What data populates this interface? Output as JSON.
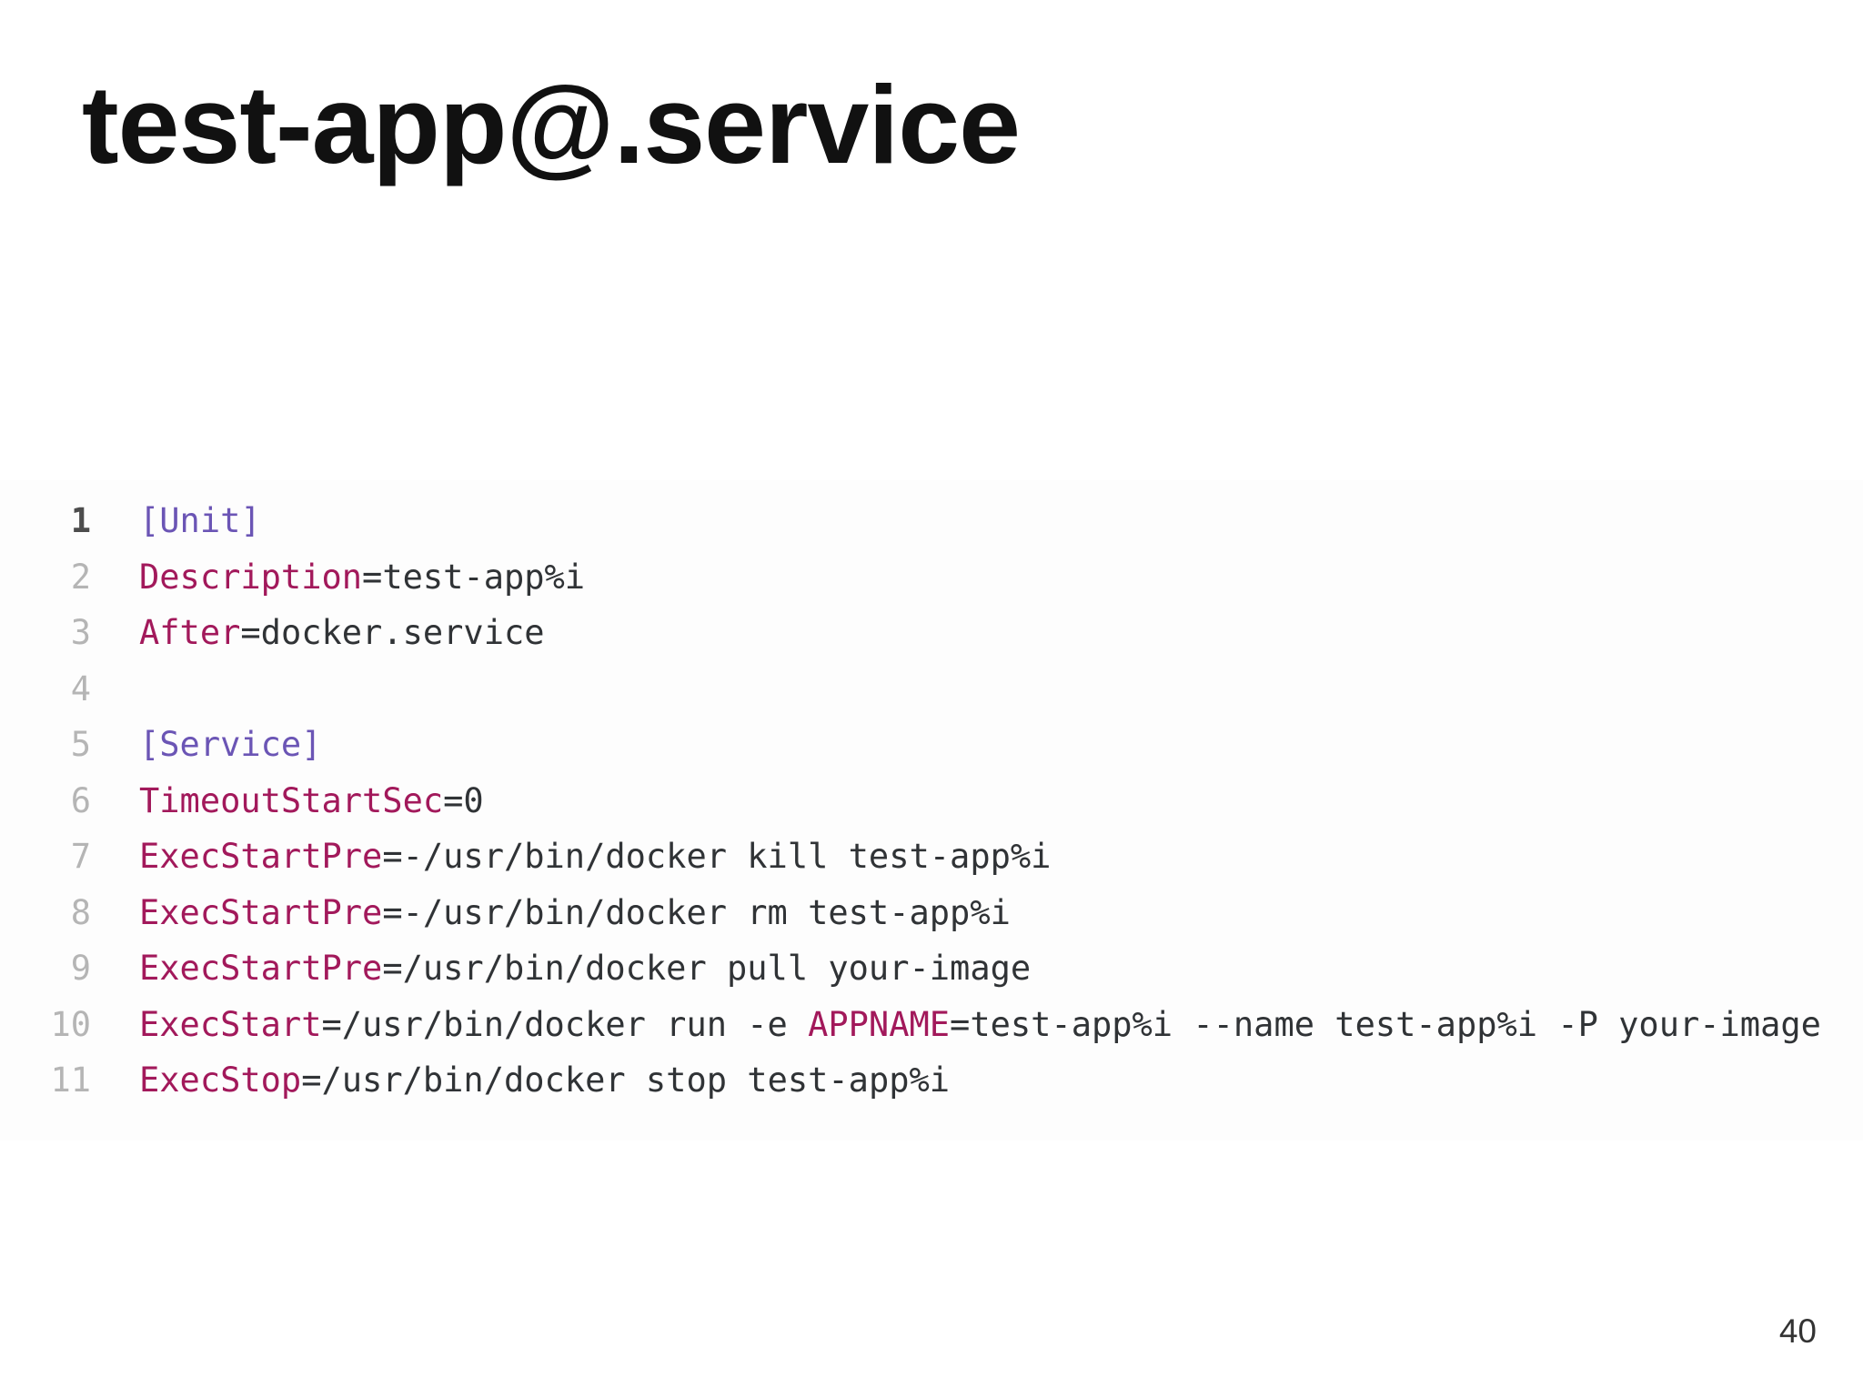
{
  "slide": {
    "title": "test-app@.service",
    "page_number": "40"
  },
  "code": {
    "lines": [
      {
        "number": "1",
        "active": true,
        "segments": [
          {
            "type": "section",
            "text": "[Unit]"
          }
        ]
      },
      {
        "number": "2",
        "active": false,
        "segments": [
          {
            "type": "key",
            "text": "Description"
          },
          {
            "type": "plain",
            "text": "=test-app%i"
          }
        ]
      },
      {
        "number": "3",
        "active": false,
        "segments": [
          {
            "type": "key",
            "text": "After"
          },
          {
            "type": "plain",
            "text": "=docker.service"
          }
        ]
      },
      {
        "number": "4",
        "active": false,
        "segments": []
      },
      {
        "number": "5",
        "active": false,
        "segments": [
          {
            "type": "section",
            "text": "[Service]"
          }
        ]
      },
      {
        "number": "6",
        "active": false,
        "segments": [
          {
            "type": "key",
            "text": "TimeoutStartSec"
          },
          {
            "type": "plain",
            "text": "=0"
          }
        ]
      },
      {
        "number": "7",
        "active": false,
        "segments": [
          {
            "type": "key",
            "text": "ExecStartPre"
          },
          {
            "type": "plain",
            "text": "=-/usr/bin/docker kill test-app%i"
          }
        ]
      },
      {
        "number": "8",
        "active": false,
        "segments": [
          {
            "type": "key",
            "text": "ExecStartPre"
          },
          {
            "type": "plain",
            "text": "=-/usr/bin/docker rm test-app%i"
          }
        ]
      },
      {
        "number": "9",
        "active": false,
        "segments": [
          {
            "type": "key",
            "text": "ExecStartPre"
          },
          {
            "type": "plain",
            "text": "=/usr/bin/docker pull your-image"
          }
        ]
      },
      {
        "number": "10",
        "active": false,
        "segments": [
          {
            "type": "key",
            "text": "ExecStart"
          },
          {
            "type": "plain",
            "text": "=/usr/bin/docker run -e "
          },
          {
            "type": "key",
            "text": "APPNAME"
          },
          {
            "type": "plain",
            "text": "=test-app%i --name test-app%i -P your-image"
          }
        ]
      },
      {
        "number": "11",
        "active": false,
        "segments": [
          {
            "type": "key",
            "text": "ExecStop"
          },
          {
            "type": "plain",
            "text": "=/usr/bin/docker stop test-app%i"
          }
        ]
      }
    ]
  },
  "colors": {
    "title": "#111111",
    "key": "#a2195b",
    "section": "#6b55b5",
    "plain": "#303336",
    "line_number": "#b5b5b5",
    "line_number_active": "#4d4d4d",
    "page_number": "#333333",
    "code_background": "#fdfdfd"
  }
}
